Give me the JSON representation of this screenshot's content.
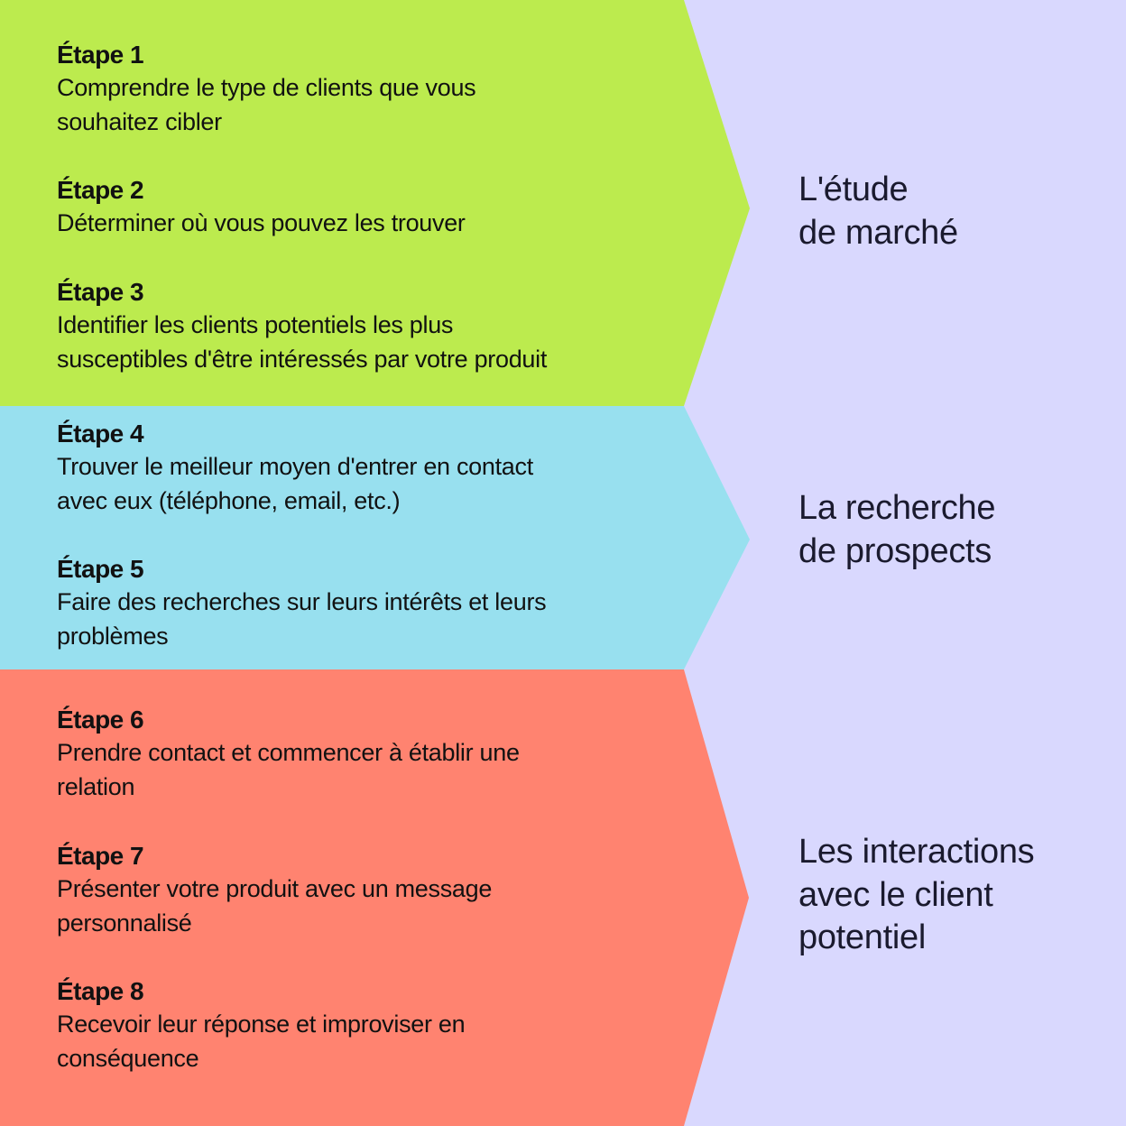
{
  "colors": {
    "background": "#d9d8fe",
    "phase1": "#bceb4e",
    "phase2": "#98e0ef",
    "phase3": "#ff8370",
    "text": "#111111"
  },
  "phases": [
    {
      "label_lines": [
        "L'étude",
        "de marché"
      ],
      "steps": [
        {
          "title": "Étape 1",
          "lines": [
            "Comprendre le type de clients que vous",
            "souhaitez cibler"
          ]
        },
        {
          "title": "Étape 2",
          "lines": [
            "Déterminer où vous pouvez les trouver"
          ]
        },
        {
          "title": "Étape 3",
          "lines": [
            "Identifier les clients potentiels les plus",
            "susceptibles d'être intéressés par votre produit"
          ]
        }
      ]
    },
    {
      "label_lines": [
        "La recherche",
        "de prospects"
      ],
      "steps": [
        {
          "title": "Étape 4",
          "lines": [
            "Trouver le meilleur moyen d'entrer en contact",
            "avec eux (téléphone, email, etc.)"
          ]
        },
        {
          "title": "Étape 5",
          "lines": [
            "Faire des recherches sur leurs intérêts et leurs",
            "problèmes"
          ]
        }
      ]
    },
    {
      "label_lines": [
        "Les interactions",
        "avec le client",
        "potentiel"
      ],
      "steps": [
        {
          "title": "Étape 6",
          "lines": [
            "Prendre contact et commencer à établir une",
            "relation"
          ]
        },
        {
          "title": "Étape 7",
          "lines": [
            "Présenter votre produit avec un message",
            "personnalisé"
          ]
        },
        {
          "title": "Étape 8",
          "lines": [
            "Recevoir leur réponse et improviser en",
            "conséquence"
          ]
        }
      ]
    }
  ]
}
